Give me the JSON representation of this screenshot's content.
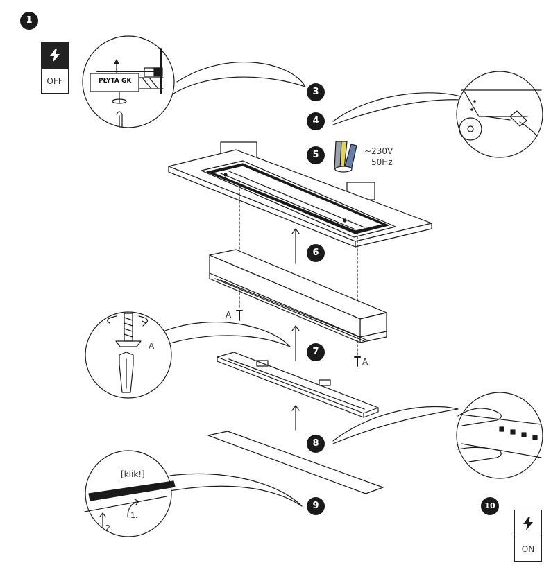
{
  "steps": {
    "s1": "1",
    "s3": "3",
    "s4": "4",
    "s5": "5",
    "s6": "6",
    "s7": "7",
    "s8": "8",
    "s9": "9",
    "s10": "10"
  },
  "power": {
    "off_label": "OFF",
    "on_label": "ON"
  },
  "wiring": {
    "voltage": "~230V",
    "frequency": "50Hz"
  },
  "labels": {
    "board": "PŁYTA GK",
    "screw_a_left": "A",
    "screw_a_right": "A",
    "screw_a_detail": "A",
    "click": "[klik!]",
    "arrow_1": "1.",
    "arrow_2": "2."
  }
}
